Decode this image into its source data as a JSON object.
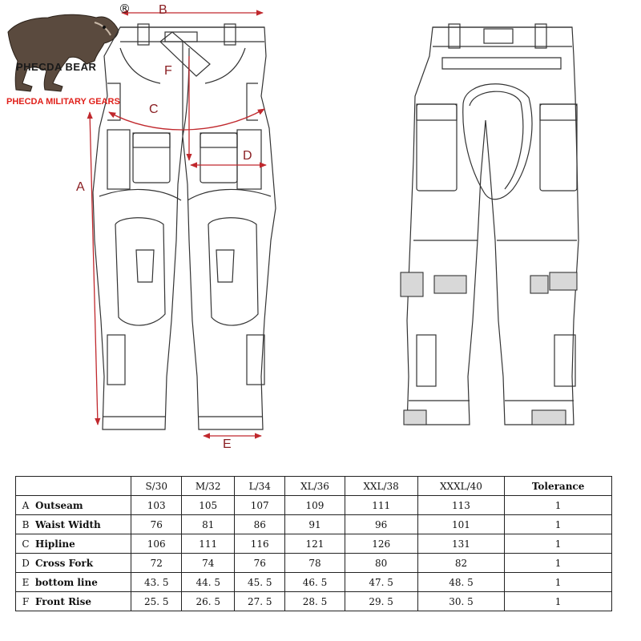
{
  "brand": {
    "name": "PHECDA BEAR",
    "subtitle": "PHECDA MILITARY GEARS",
    "registered_mark": "®"
  },
  "dimension_labels": {
    "a": "A",
    "b": "B",
    "c": "C",
    "d": "D",
    "e": "E",
    "f": "F"
  },
  "colors": {
    "dimension_lines": "#c0282d",
    "line_art": "#333333",
    "patch_fill": "#d8d8d8",
    "brand_red": "#e0201a"
  },
  "table": {
    "columns": [
      "S/30",
      "M/32",
      "L/34",
      "XL/36",
      "XXL/38",
      "XXXL/40",
      "Tolerance"
    ],
    "rows": [
      {
        "code": "A",
        "name": "Outseam",
        "values": [
          "103",
          "105",
          "107",
          "109",
          "111",
          "113",
          "1"
        ]
      },
      {
        "code": "B",
        "name": "Waist Width",
        "values": [
          "76",
          "81",
          "86",
          "91",
          "96",
          "101",
          "1"
        ]
      },
      {
        "code": "C",
        "name": "Hipline",
        "values": [
          "106",
          "111",
          "116",
          "121",
          "126",
          "131",
          "1"
        ]
      },
      {
        "code": "D",
        "name": "Cross Fork",
        "values": [
          "72",
          "74",
          "76",
          "78",
          "80",
          "82",
          "1"
        ]
      },
      {
        "code": "E",
        "name": "bottom line",
        "values": [
          "43. 5",
          "44. 5",
          "45. 5",
          "46. 5",
          "47. 5",
          "48. 5",
          "1"
        ]
      },
      {
        "code": "F",
        "name": "Front Rise",
        "values": [
          "25. 5",
          "26. 5",
          "27. 5",
          "28. 5",
          "29. 5",
          "30. 5",
          "1"
        ]
      }
    ]
  }
}
